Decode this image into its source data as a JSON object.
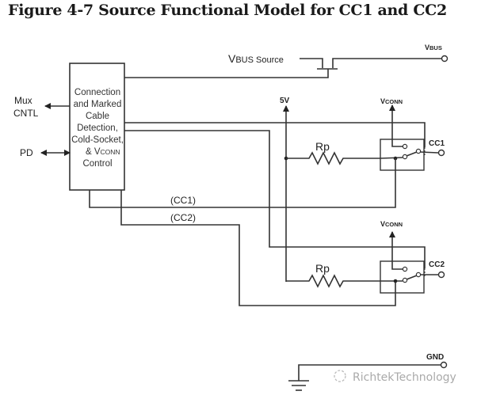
{
  "figure": {
    "title": "Figure 4-7  Source Functional Model for CC1 and CC2"
  },
  "block": {
    "lines": [
      "Connection",
      "and Marked",
      "Cable",
      "Detection,",
      "Cold-Socket,",
      "& V"
    ],
    "vconn_sub": "CONN",
    "last_line": "Control"
  },
  "labels": {
    "mux_line1": "Mux",
    "mux_line2": "CNTL",
    "pd": "PD",
    "vbus_source_v": "V",
    "vbus_source_rest": "BUS Source",
    "vbus_v": "V",
    "vbus_rest": "BUS",
    "five_v": "5V",
    "vconn1_v": "V",
    "vconn1_rest": "CONN",
    "vconn2_v": "V",
    "vconn2_rest": "CONN",
    "rp1": "Rp",
    "rp2": "Rp",
    "cc1": "CC1",
    "cc2": "CC2",
    "cc1_net": "(CC1)",
    "cc2_net": "(CC2)",
    "gnd": "GND"
  },
  "watermark": {
    "text": "RichtekTechnology"
  }
}
